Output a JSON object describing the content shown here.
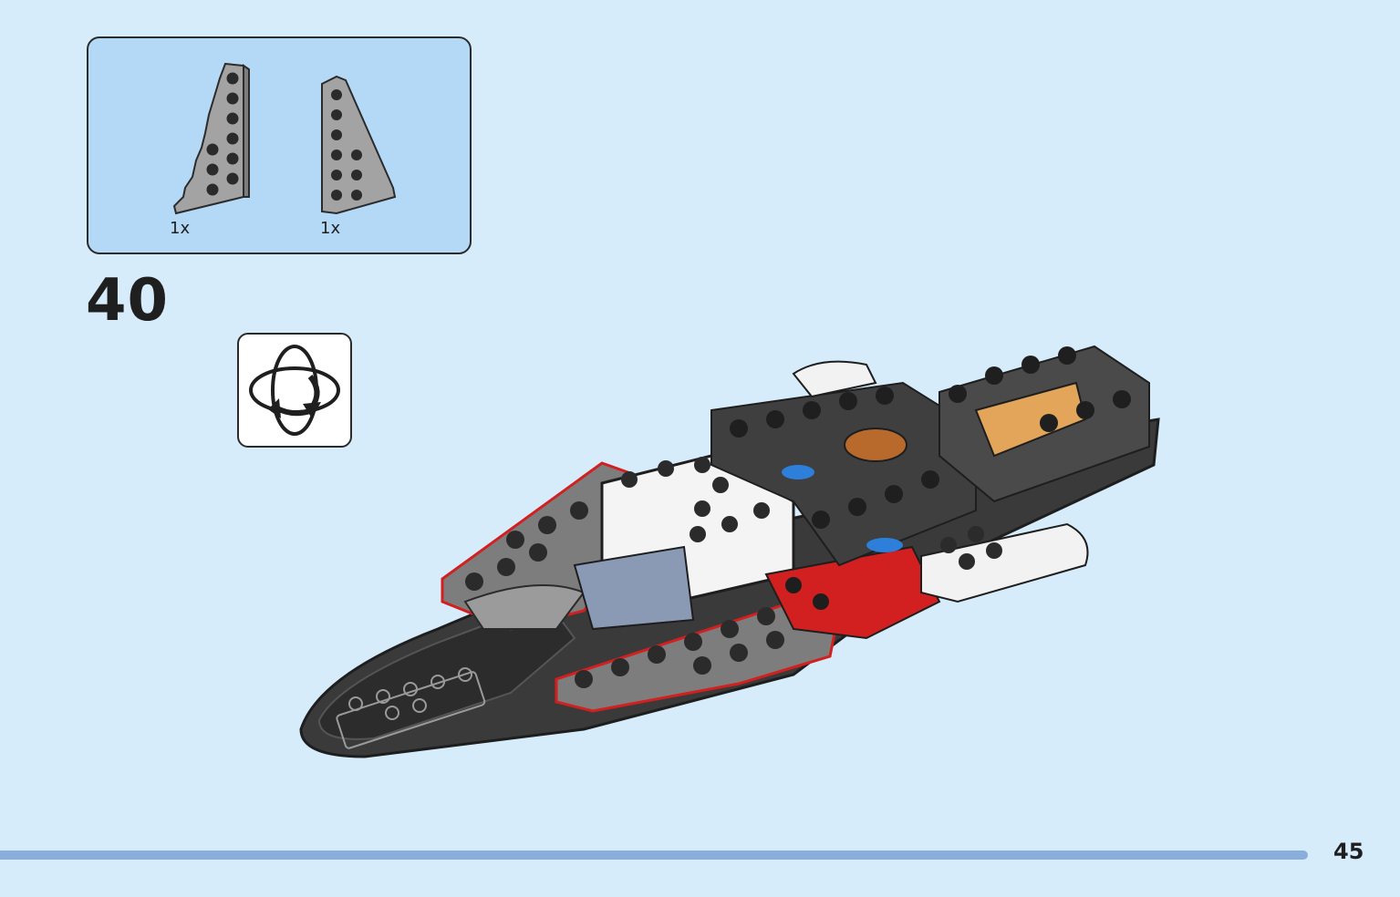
{
  "parts_callout": {
    "items": [
      {
        "name": "wedge-plate-left",
        "quantity": "1x"
      },
      {
        "name": "wedge-plate-right",
        "quantity": "1x"
      }
    ]
  },
  "step": {
    "number": "40",
    "rotate_icon": "rotate-model-icon"
  },
  "footer": {
    "page_number": "45"
  },
  "colors": {
    "background": "#d6ecfb",
    "callout_background": "#b4d9f6",
    "footer_bar": "#8aaedc",
    "accent_red": "#d21f1f"
  }
}
